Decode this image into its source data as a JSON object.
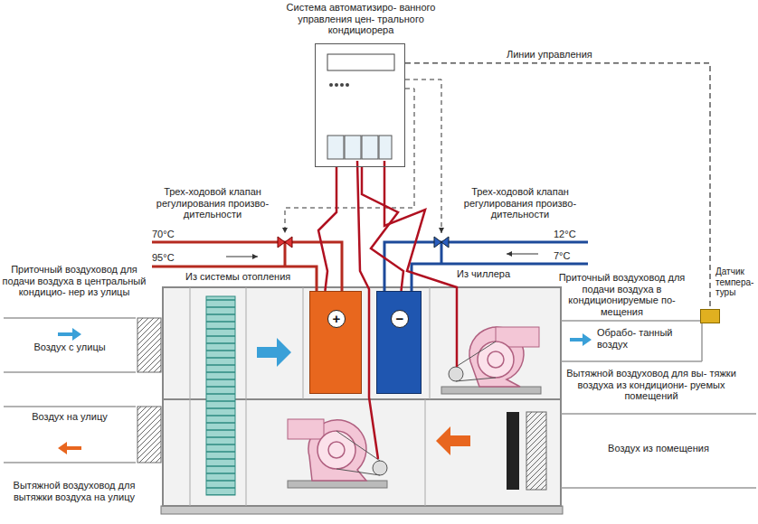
{
  "diagram": {
    "nodes": [
      {
        "text": [
          "Система автоматизиро- ванного управления цен- трального кондициорера"
        ]
      },
      {
        "text": [
          "+"
        ]
      },
      {
        "text": [
          "−"
        ]
      },
      {
        "text": [
          "Датчик темпера- туры"
        ]
      },
      {
        "text": [
          "Воздух с улицы"
        ]
      },
      {
        "text": [
          "Воздух на улицу"
        ]
      },
      {
        "text": [
          "Обрабо- танный воздух"
        ]
      },
      {
        "text": [
          "Воздух из помещения"
        ]
      }
    ],
    "edges": [
      {
        "from": 0,
        "to": 3,
        "arrow": "none"
      },
      {
        "from": 0,
        "to": 1,
        "arrow": "none"
      },
      {
        "from": 0,
        "to": 2,
        "arrow": "none"
      }
    ],
    "labels": [
      "Линии управления",
      "Трех-ходовой клапан регулирования произво- дительности",
      "Трех-ходовой клапан регулирования произво- дительности",
      "70°C",
      "95°C",
      "Из системы отопления",
      "12°C",
      "7°C",
      "Из чиллера",
      "Приточный воздуховод для подачи воздуха в центральный кондицио- нер из улицы",
      "Приточный воздуховод для подачи воздуха в кондиционируемые по- мещения",
      "Вытяжной воздуховод для вытяжки воздуха на улицу",
      "Вытяжной воздуховод для вы- тяжки воздуха из кондициони- руемых помещений"
    ]
  }
}
